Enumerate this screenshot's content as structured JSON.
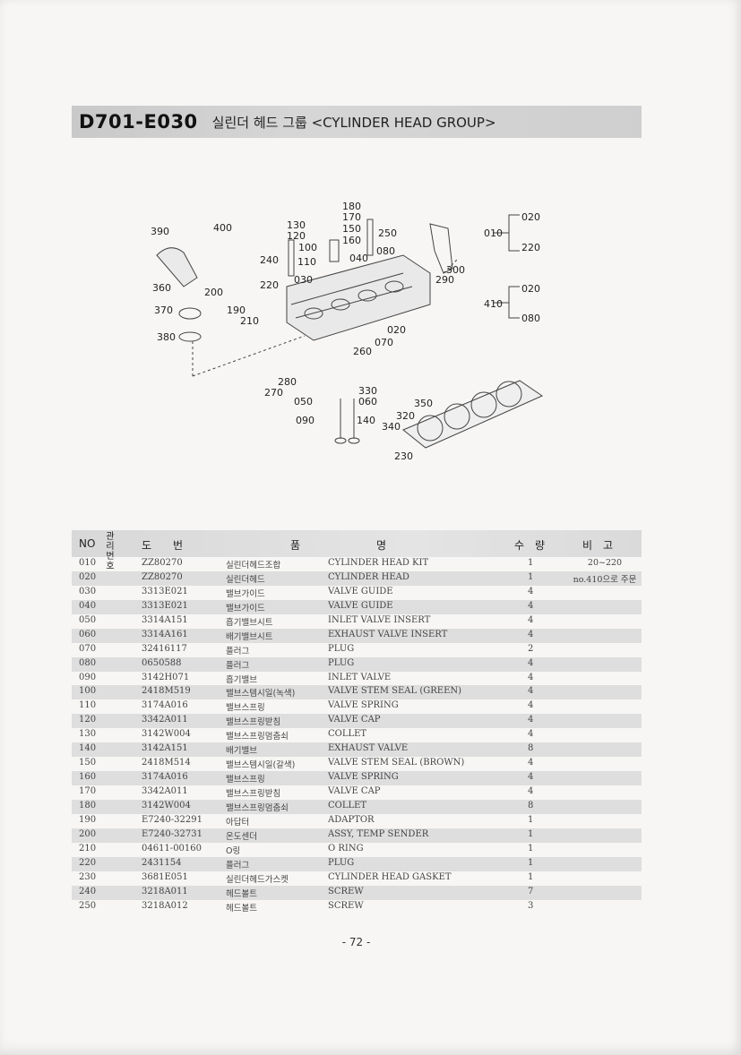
{
  "header": {
    "code": "D701-E030",
    "title": "실린더 헤드 그룹 <CYLINDER HEAD GROUP>"
  },
  "diagram_labels": [
    "390",
    "400",
    "130",
    "120",
    "100",
    "110",
    "240",
    "180",
    "170",
    "150",
    "160",
    "250",
    "080",
    "040",
    "030",
    "010",
    "020",
    "220",
    "290",
    "300",
    "360",
    "200",
    "220",
    "370",
    "190",
    "210",
    "410",
    "020",
    "080",
    "380",
    "020",
    "070",
    "260",
    "280",
    "270",
    "330",
    "050",
    "060",
    "350",
    "090",
    "140",
    "320",
    "340",
    "230"
  ],
  "table": {
    "headers": {
      "no": "NO",
      "kr_top": "관리",
      "kr_bottom": "번호",
      "drawing": "도　　번",
      "name_a": "품",
      "name_b": "명",
      "qty": "수　량",
      "remark": "비　고"
    },
    "rows": [
      {
        "no": "010",
        "part": "ZZ80270",
        "kr": "실린더헤드조합",
        "en": "CYLINDER HEAD KIT",
        "qty": "1",
        "remark": "20~220"
      },
      {
        "no": "020",
        "part": "ZZ80270",
        "kr": "실린더헤드",
        "en": "CYLINDER HEAD",
        "qty": "1",
        "remark": "no.410으로 주문"
      },
      {
        "no": "030",
        "part": "3313E021",
        "kr": "밸브가이드",
        "en": "VALVE GUIDE",
        "qty": "4",
        "remark": ""
      },
      {
        "no": "040",
        "part": "3313E021",
        "kr": "밸브가이드",
        "en": "VALVE GUIDE",
        "qty": "4",
        "remark": ""
      },
      {
        "no": "050",
        "part": "3314A151",
        "kr": "흡기밸브시트",
        "en": "INLET VALVE INSERT",
        "qty": "4",
        "remark": ""
      },
      {
        "no": "060",
        "part": "3314A161",
        "kr": "배기밸브시트",
        "en": "EXHAUST VALVE INSERT",
        "qty": "4",
        "remark": ""
      },
      {
        "no": "070",
        "part": "32416117",
        "kr": "플러그",
        "en": "PLUG",
        "qty": "2",
        "remark": ""
      },
      {
        "no": "080",
        "part": "0650588",
        "kr": "플러그",
        "en": "PLUG",
        "qty": "4",
        "remark": ""
      },
      {
        "no": "090",
        "part": "3142H071",
        "kr": "흡기밸브",
        "en": "INLET VALVE",
        "qty": "4",
        "remark": ""
      },
      {
        "no": "100",
        "part": "2418M519",
        "kr": "밸브스템시일(녹색)",
        "en": "VALVE STEM SEAL (GREEN)",
        "qty": "4",
        "remark": ""
      },
      {
        "no": "110",
        "part": "3174A016",
        "kr": "밸브스프링",
        "en": "VALVE SPRING",
        "qty": "4",
        "remark": ""
      },
      {
        "no": "120",
        "part": "3342A011",
        "kr": "밸브스프링받침",
        "en": "VALVE CAP",
        "qty": "4",
        "remark": ""
      },
      {
        "no": "130",
        "part": "3142W004",
        "kr": "밸브스프링멈춤쇠",
        "en": "COLLET",
        "qty": "4",
        "remark": ""
      },
      {
        "no": "140",
        "part": "3142A151",
        "kr": "배기밸브",
        "en": "EXHAUST VALVE",
        "qty": "8",
        "remark": ""
      },
      {
        "no": "150",
        "part": "2418M514",
        "kr": "밸브스템시일(갈색)",
        "en": "VALVE STEM SEAL (BROWN)",
        "qty": "4",
        "remark": ""
      },
      {
        "no": "160",
        "part": "3174A016",
        "kr": "밸브스프링",
        "en": "VALVE SPRING",
        "qty": "4",
        "remark": ""
      },
      {
        "no": "170",
        "part": "3342A011",
        "kr": "밸브스프링받침",
        "en": "VALVE CAP",
        "qty": "4",
        "remark": ""
      },
      {
        "no": "180",
        "part": "3142W004",
        "kr": "밸브스프링멈춤쇠",
        "en": "COLLET",
        "qty": "8",
        "remark": ""
      },
      {
        "no": "190",
        "part": "E7240-32291",
        "kr": "아답터",
        "en": "ADAPTOR",
        "qty": "1",
        "remark": ""
      },
      {
        "no": "200",
        "part": "E7240-32731",
        "kr": "온도센더",
        "en": "ASSY, TEMP SENDER",
        "qty": "1",
        "remark": ""
      },
      {
        "no": "210",
        "part": "04611-00160",
        "kr": "O링",
        "en": "O RING",
        "qty": "1",
        "remark": ""
      },
      {
        "no": "220",
        "part": "2431154",
        "kr": "플러그",
        "en": "PLUG",
        "qty": "1",
        "remark": ""
      },
      {
        "no": "230",
        "part": "3681E051",
        "kr": "실린더헤드가스켓",
        "en": "CYLINDER HEAD GASKET",
        "qty": "1",
        "remark": ""
      },
      {
        "no": "240",
        "part": "3218A011",
        "kr": "헤드볼트",
        "en": "SCREW",
        "qty": "7",
        "remark": ""
      },
      {
        "no": "250",
        "part": "3218A012",
        "kr": "헤드볼트",
        "en": "SCREW",
        "qty": "3",
        "remark": ""
      }
    ]
  },
  "footer": {
    "page_number": "- 72 -"
  }
}
